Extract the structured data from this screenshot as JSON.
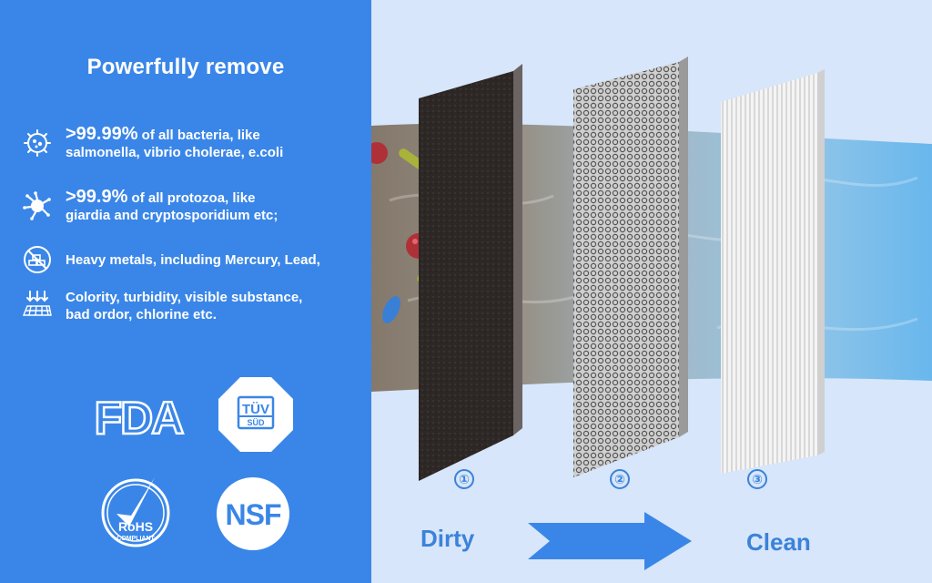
{
  "panel": {
    "title": "Powerfully remove",
    "features": [
      {
        "big": ">99.99%",
        "rest": " of all bacteria, like",
        "line2": "salmonella, vibrio cholerae, e.coli",
        "icon": "bacteria-icon"
      },
      {
        "big": ">99.9%",
        "rest": " of all protozoa, like",
        "line2": "giardia and cryptosporidium etc;",
        "icon": "protozoa-icon"
      },
      {
        "big": "",
        "rest": "Heavy metals, including Mercury, Lead,",
        "line2": "",
        "icon": "heavy-metals-icon"
      },
      {
        "big": "",
        "rest": "Colority, turbidity, visible substance,",
        "line2": "bad ordor, chlorine etc.",
        "icon": "sediment-filter-icon"
      }
    ],
    "certifications": {
      "fda": "FDA",
      "tuv_top": "TÜV",
      "tuv_bottom": "SÜD",
      "rohs_main": "RoHS",
      "rohs_sub": "COMPLIANT",
      "nsf": "NSF"
    }
  },
  "scene": {
    "stages": [
      "①",
      "②",
      "③"
    ],
    "dirty_label": "Dirty",
    "clean_label": "Clean"
  },
  "colors": {
    "panel_bg": "#3a86e8",
    "accent_blue": "#3b82d9",
    "scene_bg": "#d7e6fa"
  }
}
